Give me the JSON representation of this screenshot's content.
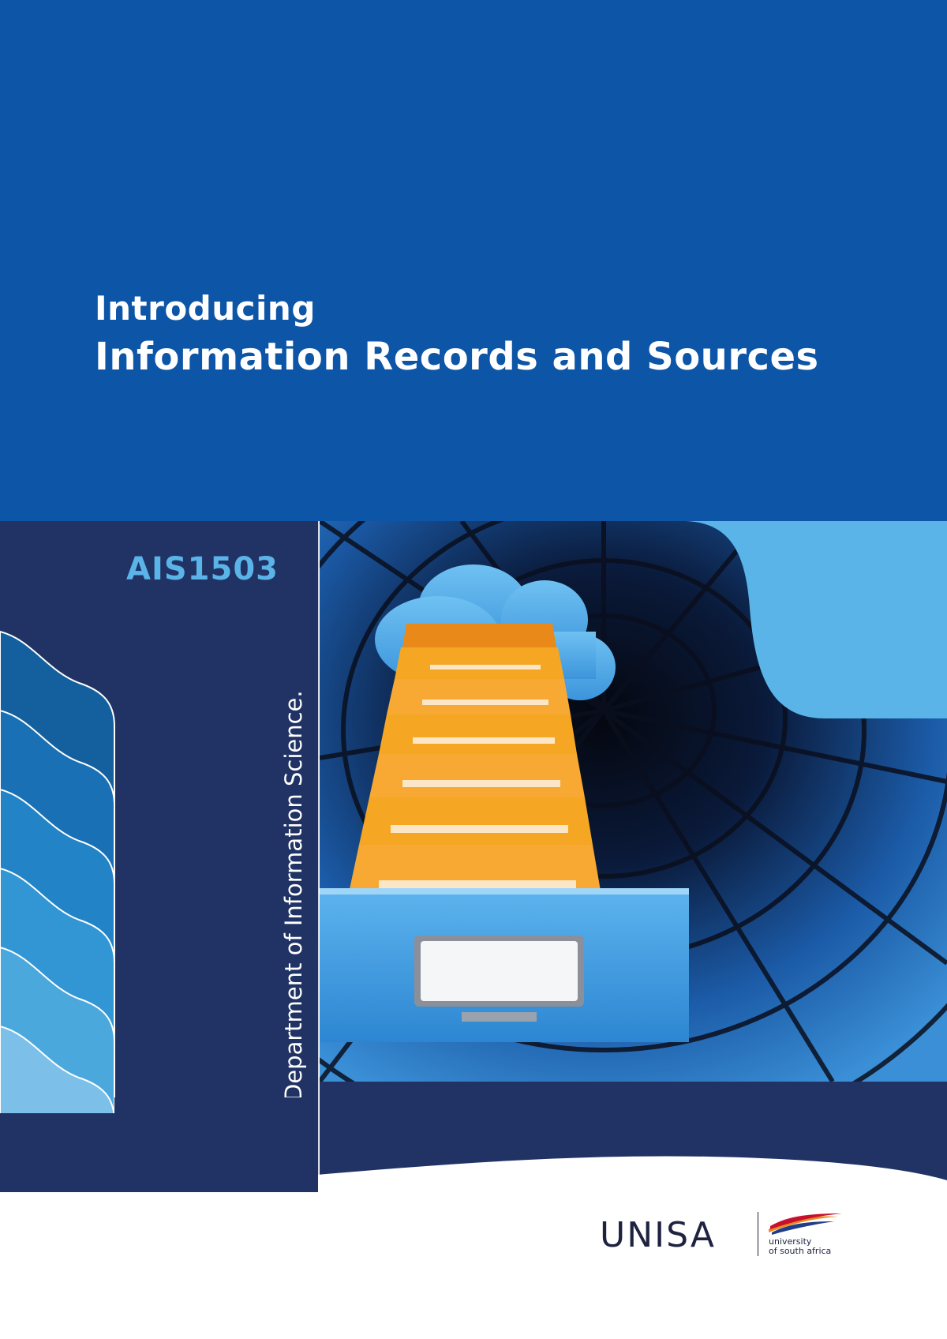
{
  "title": {
    "line1": "Introducing",
    "line2": "Information Records and Sources"
  },
  "course_code": "AIS1503",
  "department": "Department of Information Science.",
  "logo": {
    "wordmark": "UNISA",
    "subtitle_line1": "university",
    "subtitle_line2": "of south africa"
  },
  "colors": {
    "top_band": "#0d55a6",
    "side_panel": "#203364",
    "accent": "#5ab4e8",
    "folders": "#f5a623"
  }
}
